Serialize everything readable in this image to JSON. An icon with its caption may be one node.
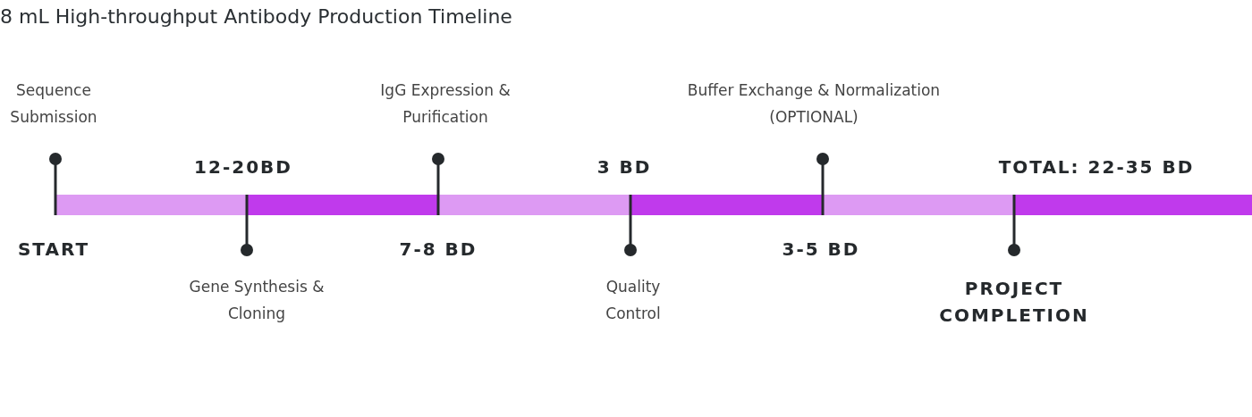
{
  "diagram": {
    "title": "8 mL High-throughput Antibody Production Timeline",
    "labels": [
      "Sequence Submission",
      "IgG Expression & Purification",
      "Buffer Exchange & Normalization (OPTIONAL)",
      "12-20BD",
      "3 BD",
      "TOTAL: 22-35 BD",
      "START",
      "7-8 BD",
      "3-5 BD",
      "Gene Synthesis & Cloning",
      "Quality Control",
      "PROJECT COMPLETION"
    ]
  }
}
